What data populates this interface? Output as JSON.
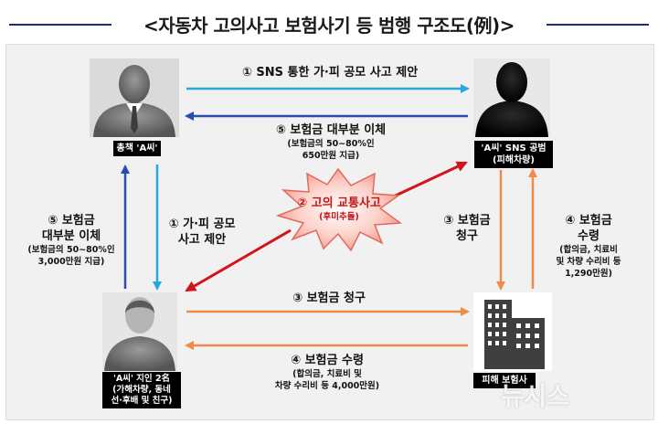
{
  "title": "<자동차 고의사고 보험사기 등 범행 구조도(例)>",
  "actors": {
    "leader": "총책 'A씨'",
    "accomplice_line1": "'A씨' SNS 공범",
    "accomplice_line2": "(피해차량)",
    "acquaintance_line1": "'A씨' 지인 2名",
    "acquaintance_line2": "(가해차량, 동네",
    "acquaintance_line3": "선·후배 및 친구)",
    "insurer": "피해 보험사"
  },
  "edges": {
    "e1": "① SNS 통한 가·피 공모 사고 제안",
    "e5_top_main": "⑤ 보험금 대부분 이체",
    "e5_top_sub1": "(보험금의 50~80%인",
    "e5_top_sub2": "650만원 지급)",
    "e2_main": "② 고의 교통사고",
    "e2_sub": "(후미추돌)",
    "e1_left_line1": "① 가·피 공모",
    "e1_left_line2": "사고 제안",
    "e5_left_line1": "⑤ 보험금",
    "e5_left_line2": "대부분 이체",
    "e5_left_sub1": "(보험금의 50~80%인",
    "e5_left_sub2": "3,000만원 지급)",
    "e3_right_line1": "③ 보험금",
    "e3_right_line2": "청구",
    "e4_right_line1": "④ 보험금",
    "e4_right_line2": "수령",
    "e4_right_sub1": "(합의금, 치료비",
    "e4_right_sub2": "및 차량 수리비 등",
    "e4_right_sub3": "1,290만원)",
    "e3_bottom": "③ 보험금 청구",
    "e4_bottom_main": "④ 보험금 수령",
    "e4_bottom_sub1": "(합의금, 치료비 및",
    "e4_bottom_sub2": "차량 수리비 등 4,000만원)"
  },
  "watermark": "뉴시스",
  "colors": {
    "header_line": "#1f2f6b",
    "blue_arrow_light": "#29a8e0",
    "blue_arrow_dark": "#2a4bb0",
    "orange_arrow": "#f08a4b",
    "red_arrow": "#d3141b",
    "burst_fill": "#f5a59b",
    "burst_text": "#c0161c"
  }
}
